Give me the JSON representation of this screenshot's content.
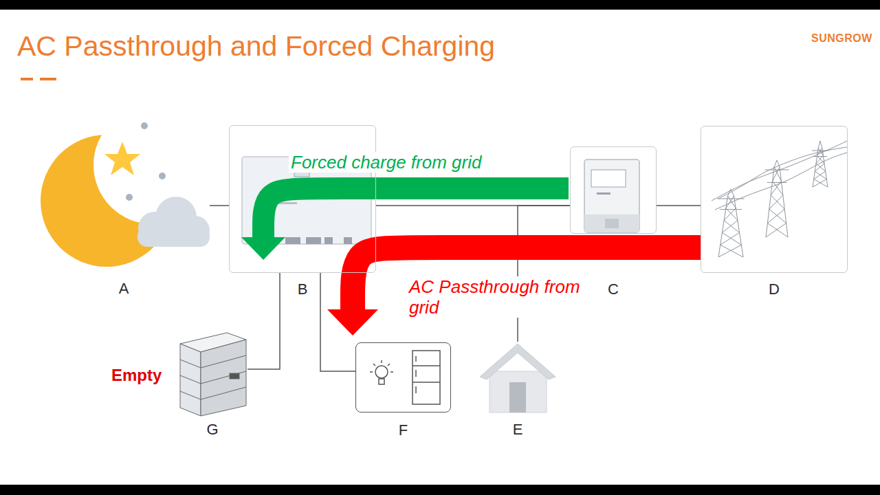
{
  "diagram": {
    "title": "AC Passthrough and Forced Charging",
    "nodes": [
      {
        "text": [
          "A"
        ]
      },
      {
        "text": [
          "B"
        ]
      },
      {
        "text": [
          "C"
        ]
      },
      {
        "text": [
          "D"
        ]
      },
      {
        "text": [
          "G"
        ]
      },
      {
        "text": [
          "F"
        ]
      },
      {
        "text": [
          "E"
        ]
      }
    ],
    "edges": [
      {
        "from": 0,
        "to": 1,
        "arrow": "none"
      },
      {
        "from": 1,
        "to": 2,
        "arrow": "none"
      },
      {
        "from": 2,
        "to": 3,
        "arrow": "none"
      },
      {
        "from": 2,
        "to": 6,
        "arrow": "none"
      },
      {
        "from": 1,
        "to": 4,
        "arrow": "none"
      },
      {
        "from": 1,
        "to": 5,
        "arrow": "none"
      },
      {
        "from": 2,
        "to": 1,
        "label": "Forced charge from grid",
        "arrow": "to"
      },
      {
        "from": 3,
        "to": 5,
        "label": "AC Passthrough from grid",
        "arrow": "to"
      }
    ],
    "labels": [
      "SUNGROW",
      "Empty"
    ]
  }
}
